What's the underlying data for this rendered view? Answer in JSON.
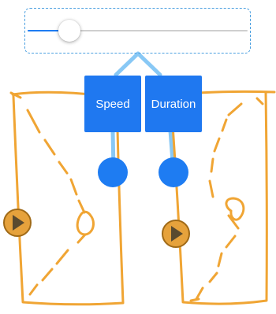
{
  "slider": {
    "value_fraction": 0.19
  },
  "buttons": {
    "speed_label": "Speed",
    "duration_label": "Duration"
  },
  "colors": {
    "accent": "#1e7cf2",
    "button": "#1f78f0",
    "connector": "#88c8f5",
    "sketch": "#f0a534",
    "play_fill": "#e6a23c",
    "play_glyph": "#5a4a2f"
  }
}
